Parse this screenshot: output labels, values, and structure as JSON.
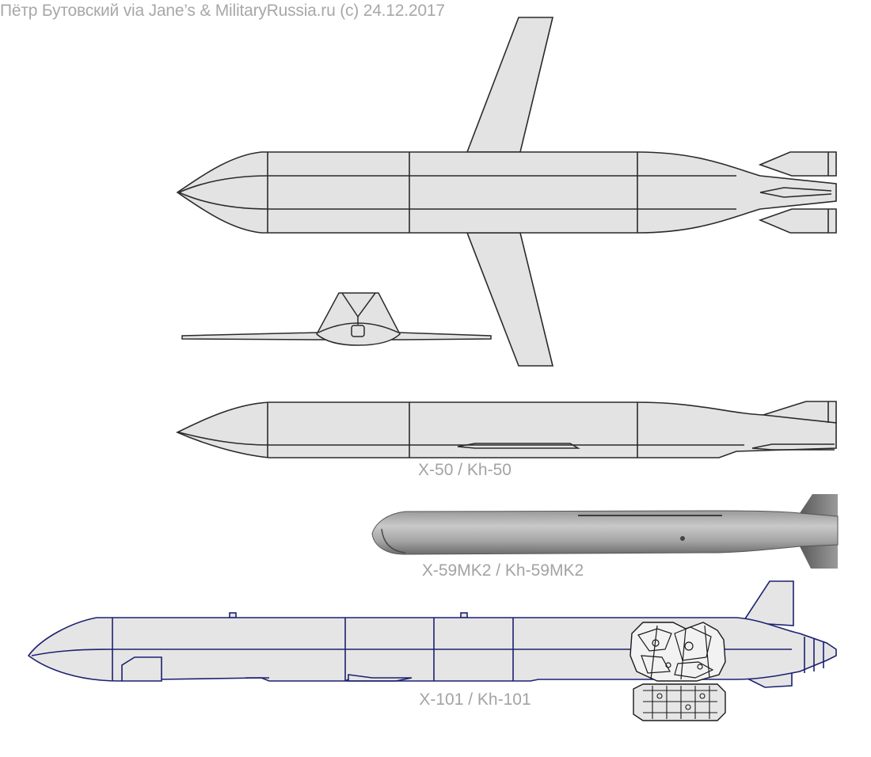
{
  "credit": "Пётр Бутовский via Jane’s & MilitaryRussia.ru (c) 24.12.2017",
  "captions": {
    "x50": "X-50 / Kh-50",
    "x59": "X-59MK2 / Kh-59MK2",
    "x101": "X-101 / Kh-101"
  },
  "colors": {
    "fill_light": "#e3e3e3",
    "outline_dark": "#2a2a2a",
    "outline_navy": "#1c2170",
    "caption_gray": "#a3a3a3"
  }
}
